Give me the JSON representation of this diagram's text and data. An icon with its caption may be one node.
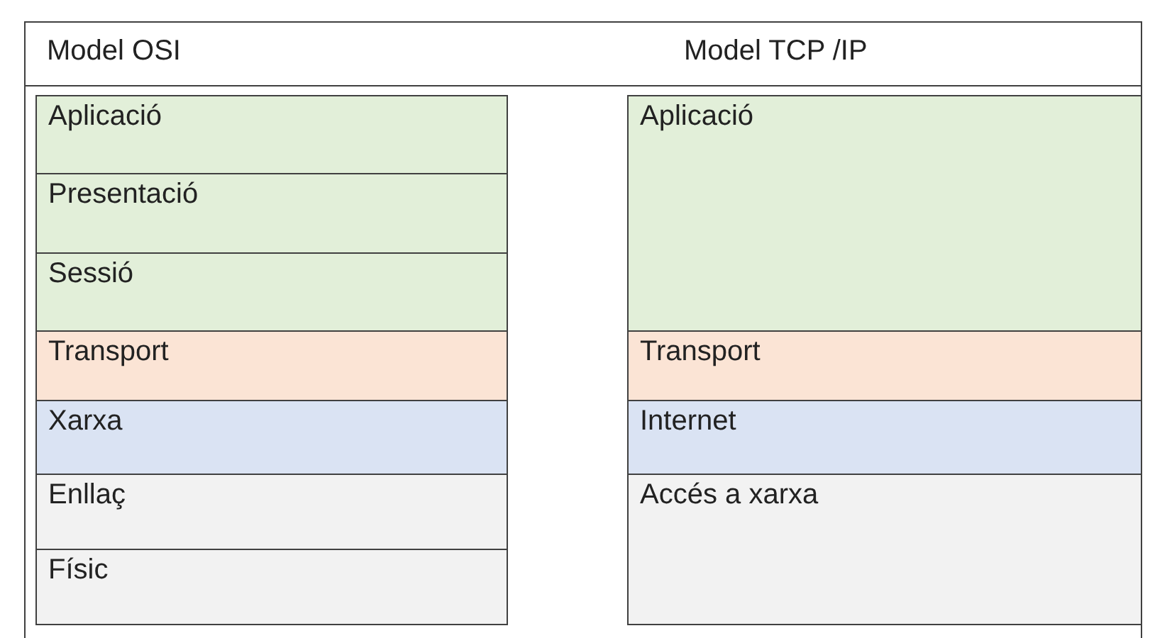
{
  "diagram": {
    "nodes": [
      {
        "text": [
          "Model OSI"
        ]
      },
      {
        "text": [
          "Aplicació"
        ],
        "in": 0
      },
      {
        "text": [
          "Presentació"
        ],
        "in": 0
      },
      {
        "text": [
          "Sessió"
        ],
        "in": 0
      },
      {
        "text": [
          "Transport"
        ],
        "in": 0
      },
      {
        "text": [
          "Xarxa"
        ],
        "in": 0
      },
      {
        "text": [
          "Enllaç"
        ],
        "in": 0
      },
      {
        "text": [
          "Físic"
        ],
        "in": 0
      },
      {
        "text": [
          "Model TCP /IP"
        ]
      },
      {
        "text": [
          "Aplicació"
        ],
        "in": 8
      },
      {
        "text": [
          "Transport"
        ],
        "in": 8
      },
      {
        "text": [
          "Internet"
        ],
        "in": 8
      },
      {
        "text": [
          "Accés a xarxa"
        ],
        "in": 8
      }
    ]
  }
}
